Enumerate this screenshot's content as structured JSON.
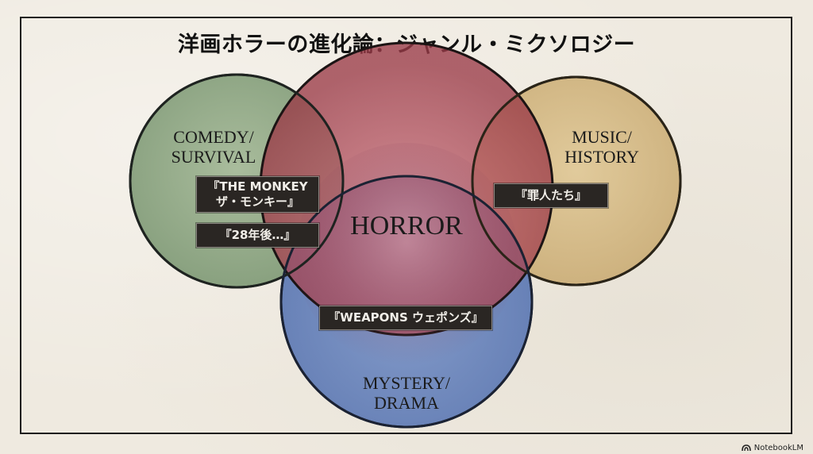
{
  "title": "洋画ホラーの進化論：ジャンル・ミクソロジー",
  "circles": {
    "comedy": {
      "line1": "COMEDY/",
      "line2": "SURVIVAL",
      "color": "#7f9b76"
    },
    "music": {
      "line1": "MUSIC/",
      "line2": "HISTORY",
      "color": "#cdb17e"
    },
    "mystery": {
      "line1": "MYSTERY/",
      "line2": "DRAMA",
      "color": "#5b79b5"
    },
    "horror": {
      "label": "HORROR",
      "color": "#a5414d"
    }
  },
  "films": {
    "monkey": {
      "line1": "『THE MONKEY",
      "line2": "ザ・モンキー』"
    },
    "days28": {
      "label": "『28年後…』"
    },
    "sinners": {
      "label": "『罪人たち』"
    },
    "weapons": {
      "label": "『WEAPONS ウェポンズ』"
    }
  },
  "credit": "NotebookLM"
}
